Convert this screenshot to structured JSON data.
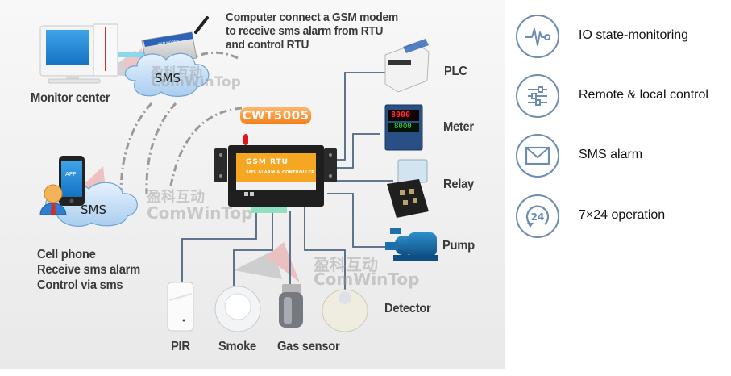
{
  "diagram": {
    "title_note": [
      "Computer connect a GSM modem",
      "to receive sms alarm from RTU",
      "and control RTU"
    ],
    "device_badge": "CWT5005",
    "rtu": {
      "name": "GSM RTU",
      "subtitle": "SMS ALARM & CONTROLLER"
    },
    "nodes": {
      "monitor_center": "Monitor center",
      "modem": "GSM MODEM",
      "sms_cloud_top": "SMS",
      "sms_cloud_left": "SMS",
      "phone_app": "APP",
      "cell_phone": [
        "Cell phone",
        "Receive sms alarm",
        "Control via sms"
      ],
      "outputs": [
        "PLC",
        "Meter",
        "Relay",
        "Pump"
      ],
      "inputs": [
        "PIR",
        "Smoke",
        "Gas sensor",
        "Detector"
      ],
      "meter_readout": [
        "8000",
        "8000"
      ]
    },
    "watermark": {
      "cn": "盈科互动",
      "en": "ComWinTop"
    },
    "colors": {
      "wire": "#4d6680",
      "badge": "#f57f17",
      "icon": "#6c8db3",
      "signal": "#9a9a9a"
    }
  },
  "features": [
    {
      "icon": "pulse-icon",
      "label": "IO state-monitoring"
    },
    {
      "icon": "sliders-icon",
      "label": "Remote & local control"
    },
    {
      "icon": "envelope-icon",
      "label": "SMS alarm"
    },
    {
      "icon": "clock-24-icon",
      "label": "7×24 operation"
    }
  ],
  "feature_icon_text": "24"
}
